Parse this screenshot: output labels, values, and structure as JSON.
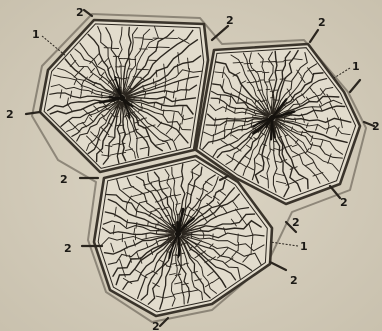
{
  "colors": {
    "background": "#d6cfbf",
    "paper_shade": "#cbc3b1",
    "lobule_fill": "#e2dccd",
    "ink": "#2a251e",
    "septum": "#3a342b"
  },
  "diagram": {
    "lobule_count": 3,
    "labels": {
      "lobule": "1",
      "septum_node": "2"
    }
  }
}
